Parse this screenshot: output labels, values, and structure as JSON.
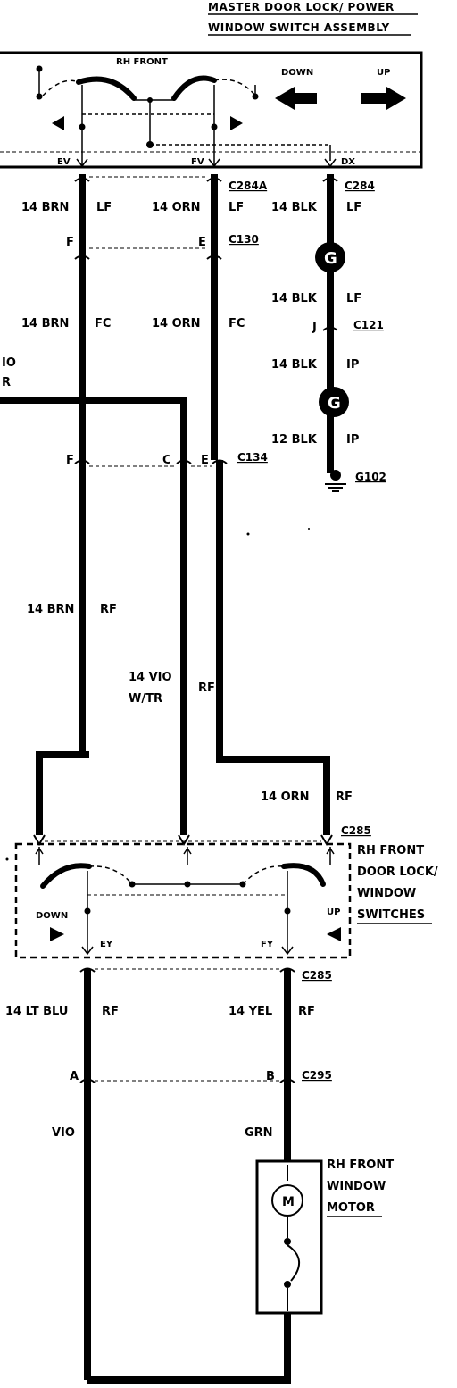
{
  "master_switch": {
    "title_line1": "MASTER DOOR LOCK/ POWER",
    "title_line2": "WINDOW SWITCH ASSEMBLY",
    "section": "RH FRONT",
    "down": "DOWN",
    "up": "UP",
    "pin_ev": "EV",
    "pin_fv": "FV",
    "pin_dx": "DX"
  },
  "connectors": {
    "c284a": "C284A",
    "c284": "C284",
    "c130": "C130",
    "c121": "C121",
    "c134": "C134",
    "c285_top": "C285",
    "c285_bot": "C285",
    "c295": "C295",
    "g102": "G102"
  },
  "pins": {
    "f1": "F",
    "e1": "E",
    "j": "J",
    "f2": "F",
    "c": "C",
    "e2": "E",
    "a": "A",
    "b": "B",
    "ey": "EY",
    "fy": "FY"
  },
  "wires": {
    "brn_lf": "14 BRN",
    "brn_lf_loc": "LF",
    "orn_lf": "14 ORN",
    "orn_lf_loc": "LF",
    "blk_lf": "14 BLK",
    "blk_lf_loc": "LF",
    "blk_lf2": "14 BLK",
    "blk_lf2_loc": "LF",
    "brn_fc": "14 BRN",
    "brn_fc_loc": "FC",
    "orn_fc": "14 ORN",
    "orn_fc_loc": "FC",
    "blk_ip": "14 BLK",
    "blk_ip_loc": "IP",
    "blk12_ip": "12 BLK",
    "blk12_ip_loc": "IP",
    "brn_rf": "14 BRN",
    "brn_rf_loc": "RF",
    "vio_line1": "14 VIO",
    "vio_line2": "W/TR",
    "vio_loc": "RF",
    "orn_rf": "14 ORN",
    "orn_rf_loc": "RF",
    "ltblu_rf": "14 LT BLU",
    "ltblu_rf_loc": "RF",
    "yel_rf": "14 YEL",
    "yel_rf_loc": "RF",
    "vio": "VIO",
    "grn": "GRN",
    "left_edge1": "IO",
    "left_edge2": "R"
  },
  "splices": {
    "g_top": "G",
    "g_bot": "G"
  },
  "rh_switch": {
    "label1": "RH FRONT",
    "label2": "DOOR LOCK/",
    "label3": "WINDOW",
    "label4": "SWITCHES",
    "down": "DOWN",
    "up": "UP"
  },
  "motor": {
    "label1": "RH FRONT",
    "label2": "WINDOW",
    "label3": "MOTOR",
    "symbol": "M"
  }
}
